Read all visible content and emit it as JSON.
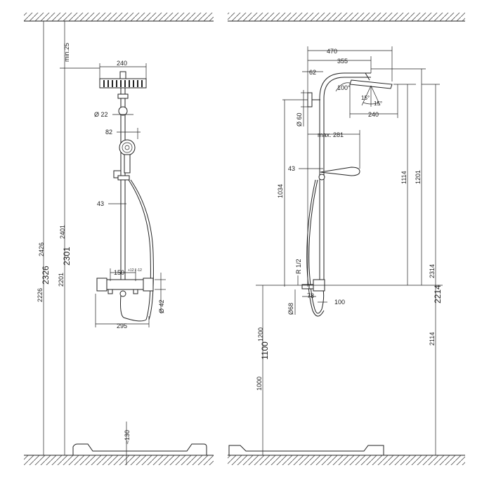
{
  "front_view": {
    "dims": {
      "head_width": "240",
      "min_gap": "min.25",
      "pipe_diameter": "Ø 22",
      "handshower_offset": "82",
      "holder_offset": "43",
      "thermostat_spacing": "150",
      "thermostat_spacing_sup": "+12 / -12",
      "thermostat_depth": "Ø 42",
      "thermostat_width": "295",
      "total_height_a": "2226",
      "total_height_b": "2326",
      "total_height_c": "2426",
      "head_height_a": "2201",
      "head_height_b": "2301",
      "head_height_c": "2401",
      "floor_gap": "≈130"
    }
  },
  "side_view": {
    "dims": {
      "arm_reach": "470",
      "arm_length": "355",
      "arm_offset": "62",
      "tilt_angle": "100°",
      "tilt_a": "15°",
      "tilt_b": "15°",
      "head_depth": "240",
      "wall_bracket": "Ø 60",
      "max_reach": "max. 281",
      "holder_offset": "43",
      "handshower_height": "1034",
      "head_to_mixer_a": "1114",
      "head_to_mixer_b": "1201",
      "thread": "R 1/2",
      "outlet_diameter": "Ø68",
      "outlet_depth": "78",
      "outlet_spacing": "100",
      "total_height_a": "2314",
      "total_height_b": "2214",
      "total_height_c": "2114",
      "mixer_height_a": "1000",
      "mixer_height_b": "1100",
      "mixer_height_c": "1200"
    }
  }
}
